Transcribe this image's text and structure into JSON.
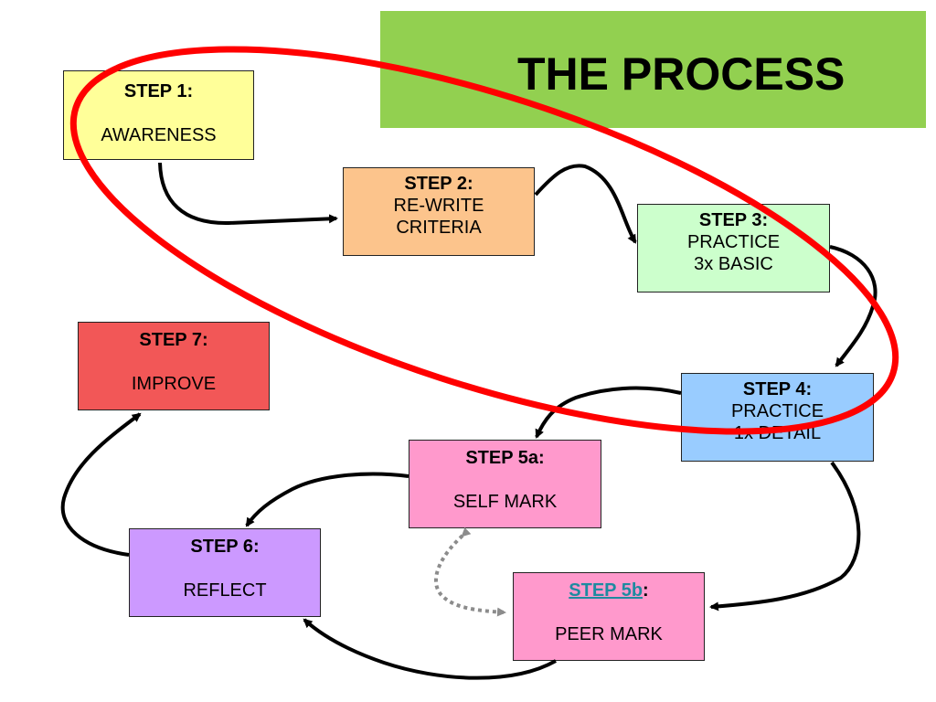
{
  "title": "THE PROCESS",
  "colors": {
    "banner": "#92d050",
    "highlight_ring": "#ff0000",
    "step1": "#ffff99",
    "step2": "#fcc48c",
    "step3": "#ccffcc",
    "step4": "#99ccff",
    "step5a": "#ff99cc",
    "step5b": "#ff99cc",
    "step6": "#cc99ff",
    "step7": "#f25757"
  },
  "steps": {
    "step1": {
      "label": "STEP 1:",
      "text": "AWARENESS"
    },
    "step2": {
      "label": "STEP 2:",
      "line1": "RE-WRITE",
      "line2": "CRITERIA"
    },
    "step3": {
      "label": "STEP 3:",
      "line1": "PRACTICE",
      "line2": "3x BASIC"
    },
    "step4": {
      "label": "STEP 4:",
      "line1": "PRACTICE",
      "line2": "1x DETAIL"
    },
    "step5a": {
      "label": "STEP 5a:",
      "text": "SELF MARK"
    },
    "step5b": {
      "link": "STEP 5b",
      "colon": ":",
      "text": "PEER MARK"
    },
    "step6": {
      "label": "STEP 6:",
      "text": "REFLECT"
    },
    "step7": {
      "label": "STEP 7:",
      "text": "IMPROVE"
    }
  }
}
